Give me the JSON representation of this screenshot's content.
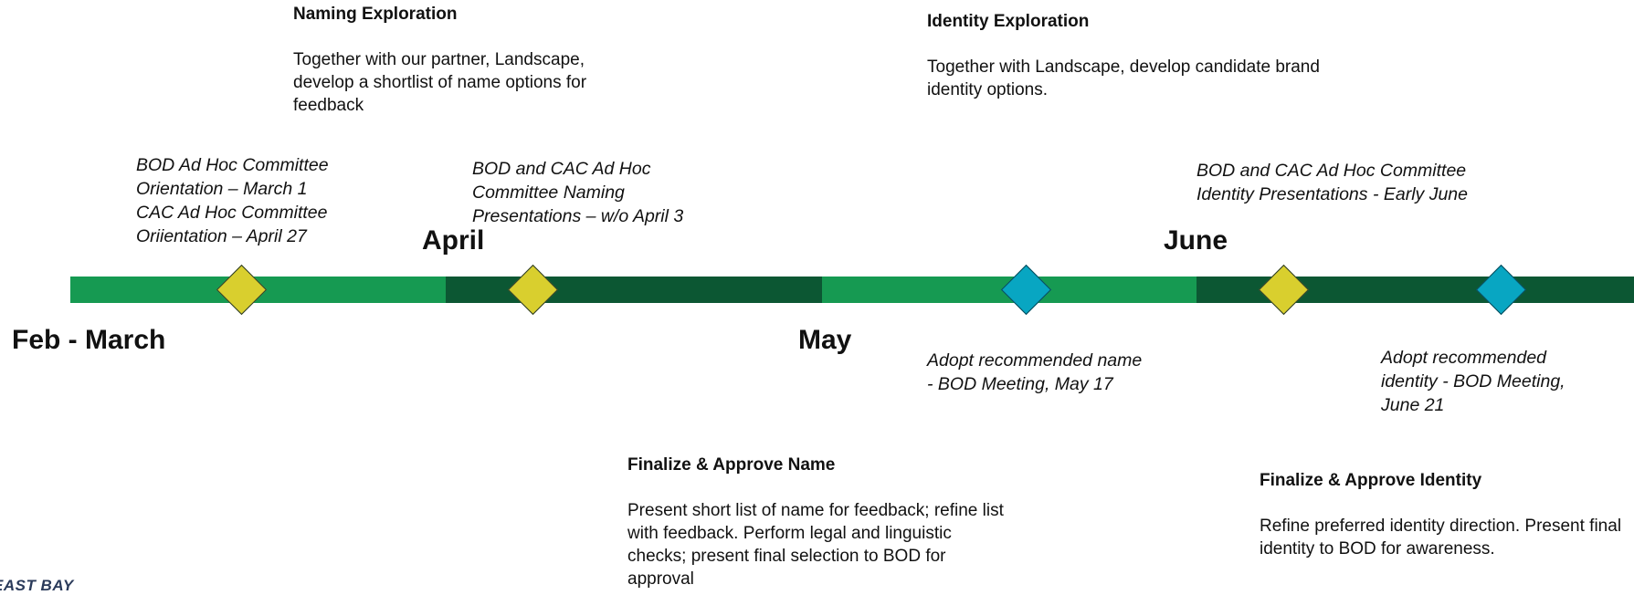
{
  "phases": {
    "naming_exploration": {
      "title": "Naming Exploration",
      "desc": "Together with our partner, Landscape, develop a shortlist of name options for feedback"
    },
    "identity_exploration": {
      "title": "Identity Exploration",
      "desc": "Together with Landscape, develop candidate brand identity options."
    },
    "finalize_name": {
      "title": "Finalize & Approve Name",
      "desc": "Present short list of name for feedback; refine list with feedback. Perform legal and linguistic checks; present final selection to BOD for approval"
    },
    "finalize_identity": {
      "title": "Finalize & Approve Identity",
      "desc": "Refine preferred identity direction. Present final identity to BOD for awareness."
    }
  },
  "milestones": {
    "orientation": {
      "lines": [
        "BOD Ad Hoc Committee",
        "Orientation – March 1",
        "CAC Ad Hoc Committee",
        "Oriientation – April 27"
      ]
    },
    "naming_presentations": {
      "lines": [
        "BOD and CAC Ad Hoc",
        "Committee Naming",
        "Presentations – w/o April 3"
      ]
    },
    "adopt_name": {
      "lines": [
        "Adopt recommended name",
        "- BOD Meeting, May 17"
      ]
    },
    "identity_presentations": {
      "lines": [
        "BOD and CAC Ad Hoc Committee",
        "Identity Presentations - Early June"
      ]
    },
    "adopt_identity": {
      "lines": [
        "Adopt recommended",
        "identity - BOD Meeting,",
        "June 21"
      ]
    }
  },
  "months": {
    "feb_march": "Feb - March",
    "april": "April",
    "may": "May",
    "june": "June"
  },
  "timeline": {
    "colors": {
      "light_green": "#169a52",
      "dark_green": "#0c5733",
      "yellow_marker": "#d9cf2e",
      "teal_marker": "#08a6c2"
    }
  },
  "footer": {
    "logo_text": "EAST BAY"
  }
}
